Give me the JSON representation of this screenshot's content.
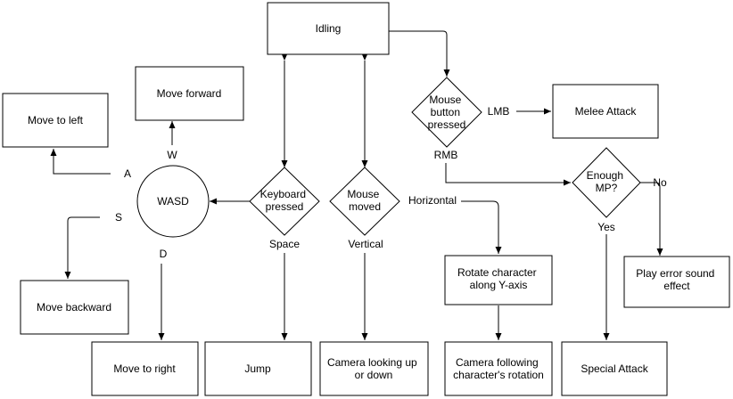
{
  "colors": {
    "stroke": "#000000",
    "background": "#ffffff",
    "text": "#000000"
  },
  "nodes": {
    "idling": [
      "Idling"
    ],
    "mouse_button": [
      "Mouse",
      "button",
      "pressed"
    ],
    "melee": [
      "Melee Attack"
    ],
    "enough_mp": [
      "Enough",
      "MP?"
    ],
    "play_error": [
      "Play error sound",
      "effect"
    ],
    "special": [
      "Special Attack"
    ],
    "keyboard": [
      "Keyboard",
      "pressed"
    ],
    "mouse_moved": [
      "Mouse",
      "moved"
    ],
    "wasd": [
      "WASD"
    ],
    "move_forward": [
      "Move forward"
    ],
    "move_left": [
      "Move to left"
    ],
    "move_backward": [
      "Move backward"
    ],
    "move_right": [
      "Move to right"
    ],
    "jump": [
      "Jump"
    ],
    "camera_updown": [
      "Camera looking up",
      "or down"
    ],
    "rotate": [
      "Rotate character",
      "along Y-axis"
    ],
    "camera_follow": [
      "Camera following",
      "character's rotation"
    ]
  },
  "edge_labels": {
    "lmb": "LMB",
    "rmb": "RMB",
    "yes": "Yes",
    "no": "No",
    "horizontal": "Horizontal",
    "vertical": "Vertical",
    "space": "Space",
    "w": "W",
    "a": "A",
    "s": "S",
    "d": "D"
  }
}
